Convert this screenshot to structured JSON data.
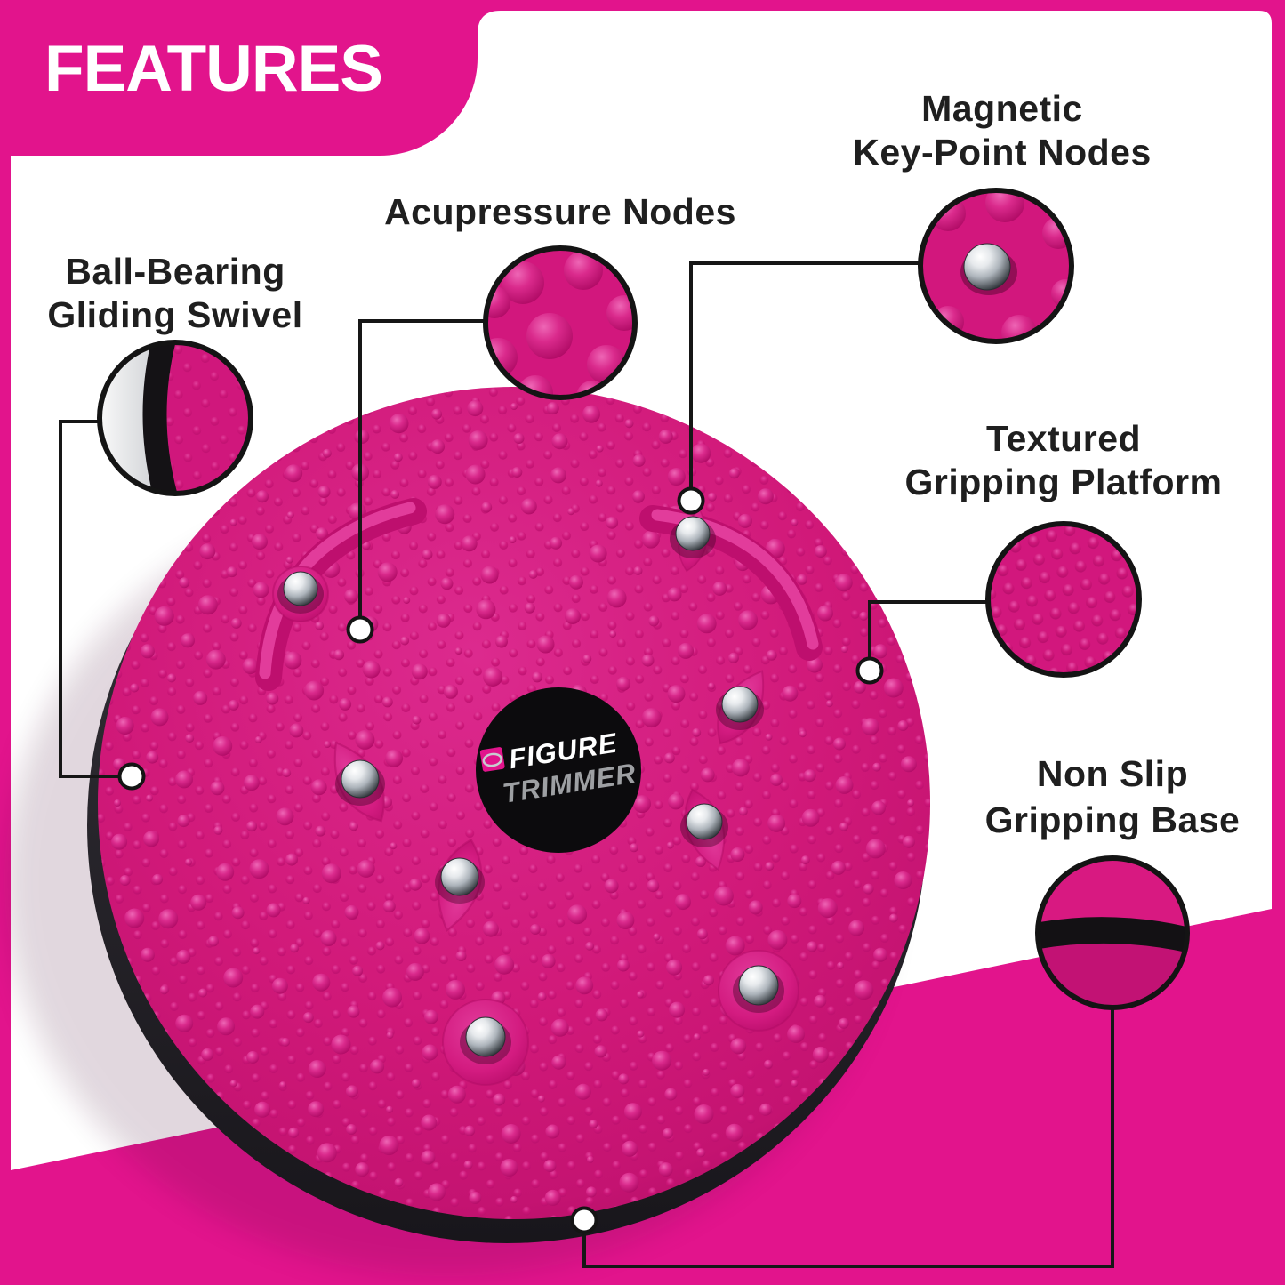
{
  "badge": {
    "label": "FEATURES"
  },
  "logo": {
    "line1": "FIGURE",
    "line2": "TRIMMER"
  },
  "features": {
    "ball_bearing": {
      "line1": "Ball-Bearing",
      "line2": "Gliding Swivel"
    },
    "acupressure": {
      "line1": "Acupressure Nodes"
    },
    "magnetic": {
      "line1": "Magnetic",
      "line2": "Key-Point Nodes"
    },
    "textured": {
      "line1": "Textured",
      "line2": "Gripping Platform"
    },
    "non_slip": {
      "line1": "Non Slip",
      "line2": "Gripping Base"
    }
  },
  "colors": {
    "brand_pink": "#E2148C",
    "disc_pink": "#CF177E",
    "base_black": "#1F1D22",
    "text_dark": "#1F1F1F",
    "logo_white": "#FFFFFF",
    "logo_gray": "#9EA0A3",
    "ball_silver": "#C9CED3"
  }
}
